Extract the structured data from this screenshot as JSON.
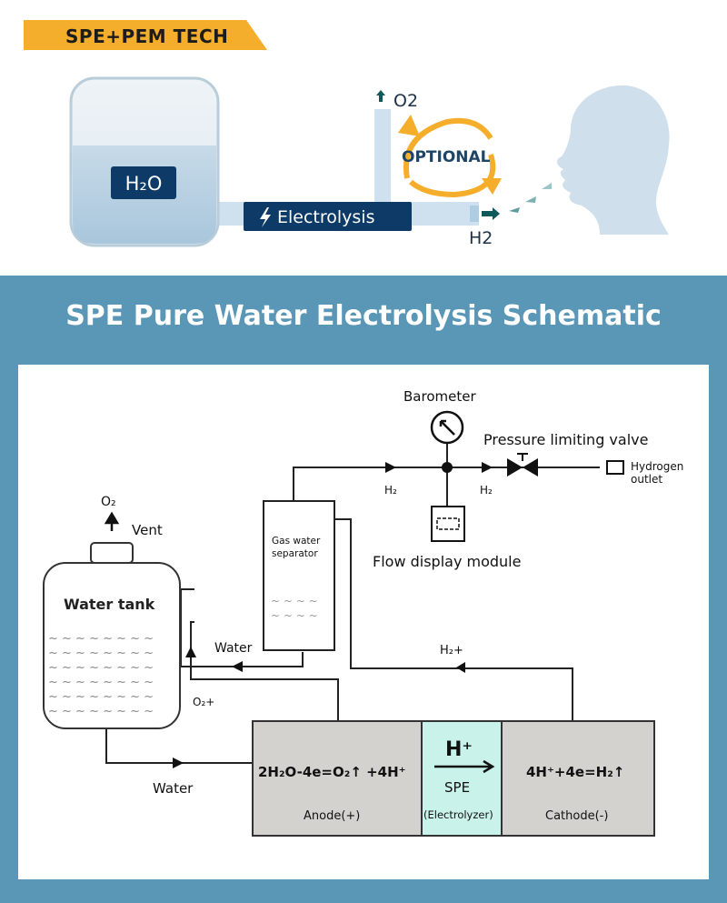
{
  "badge": {
    "text": "SPE+PEM TECH"
  },
  "top_diagram": {
    "water_label": "H₂O",
    "electrolysis_label": "Electrolysis",
    "o2_label": "O2",
    "h2_label": "H2",
    "optional_label": "OPTIONAL"
  },
  "heading": "SPE Pure Water Electrolysis Schematic",
  "schematic": {
    "barometer": "Barometer",
    "pressure_valve": "Pressure limiting valve",
    "hydrogen_outlet_1": "Hydrogen",
    "hydrogen_outlet_2": "outlet",
    "h2_left": "H₂",
    "h2_right": "H₂",
    "o2_top": "O₂",
    "vent": "Vent",
    "gas_separator_1": "Gas water",
    "gas_separator_2": "separator",
    "flow_display": "Flow display module",
    "water_tank": "Water tank",
    "water_from_separator": "Water",
    "h2_plus": "H₂+",
    "o2_plus": "O₂+",
    "water_bottom": "Water",
    "anode_equation": "2H₂O-4e=O₂↑ +4H⁺",
    "anode_label": "Anode(+)",
    "h_plus": "H⁺",
    "spe_label": "SPE",
    "electrolyzer_label": "(Electrolyzer)",
    "cathode_equation": "4H⁺+4e=H₂↑",
    "cathode_label": "Cathode(-)"
  },
  "colors": {
    "accent_orange": "#f4ae2b",
    "navy": "#0d3a66",
    "background_blue": "#5a97b7",
    "spe_green": "#c9f2ea",
    "cell_gray": "#d4d2cf"
  }
}
